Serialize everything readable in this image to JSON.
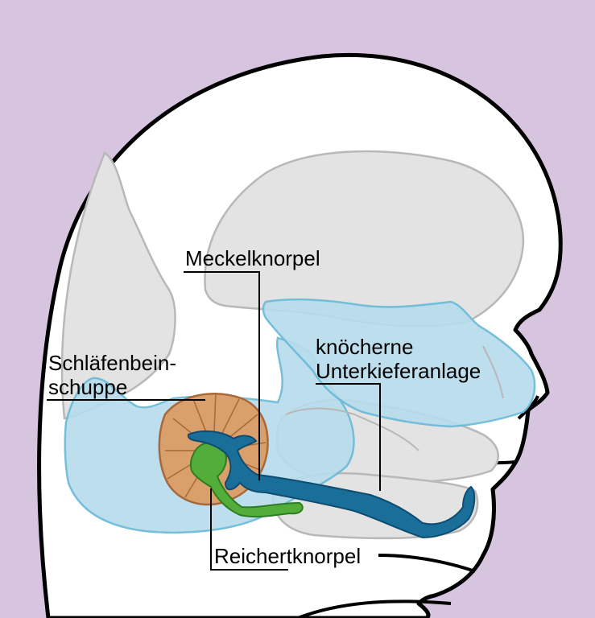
{
  "labels": {
    "meckel": "Meckelknorpel",
    "schlaefen_line1": "Schläfenbein-",
    "schlaefen_line2": "schuppe",
    "knoecherne_line1": "knöcherne",
    "knoecherne_line2": "Unterkieferanlage",
    "reichert": "Reichertknorpel"
  },
  "colors": {
    "background": "#d7c5e0",
    "head_fill": "#ffffff",
    "outline": "#000000",
    "bone_gray": "#e3e3e3",
    "bone_gray_stroke": "#b8b8b8",
    "mandible_blue": "#b7dcec",
    "mandible_blue_stroke": "#6bbad8",
    "temporal_squama": "#d9a06c",
    "temporal_squama_stroke": "#a8683a",
    "meckel_cartilage": "#1a6e9a",
    "meckel_cartilage_stroke": "#0e4d70",
    "reichert_cartilage": "#52ad3a",
    "reichert_cartilage_stroke": "#2f7d22"
  }
}
